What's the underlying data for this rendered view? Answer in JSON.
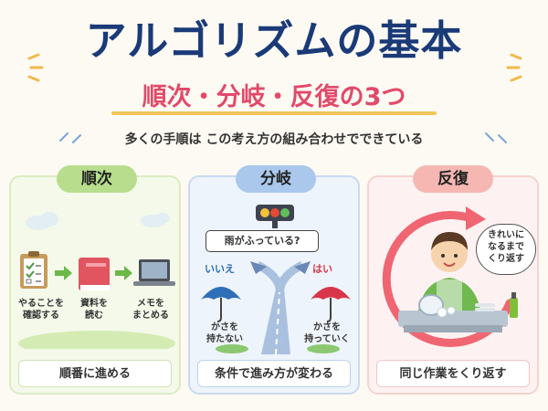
{
  "header": {
    "title": "アルゴリズムの基本",
    "subtitle": "順次・分岐・反復の3つ",
    "tagline": "多くの手順は この考え方の組み合わせでできている"
  },
  "panels": {
    "sequence": {
      "heading": "順次",
      "steps": [
        "やることを\n確認する",
        "資料を\n読む",
        "メモを\nまとめる"
      ],
      "footer": "順番に進める"
    },
    "branch": {
      "heading": "分岐",
      "question": "雨がふっている?",
      "no_label": "いいえ",
      "yes_label": "はい",
      "no_action": "かさを\n持たない",
      "yes_action": "かさを\n持っていく",
      "footer": "条件で進み方が変わる"
    },
    "repeat": {
      "heading": "反復",
      "speech": "きれいに\nなるまで\nくり返す",
      "footer": "同じ作業をくり返す"
    }
  },
  "colors": {
    "title": "#1a3a78",
    "subtitle": "#e2496a",
    "sequence_accent": "#b7dd8d",
    "branch_accent": "#a9c8ec",
    "repeat_accent": "#f6b7b3"
  }
}
